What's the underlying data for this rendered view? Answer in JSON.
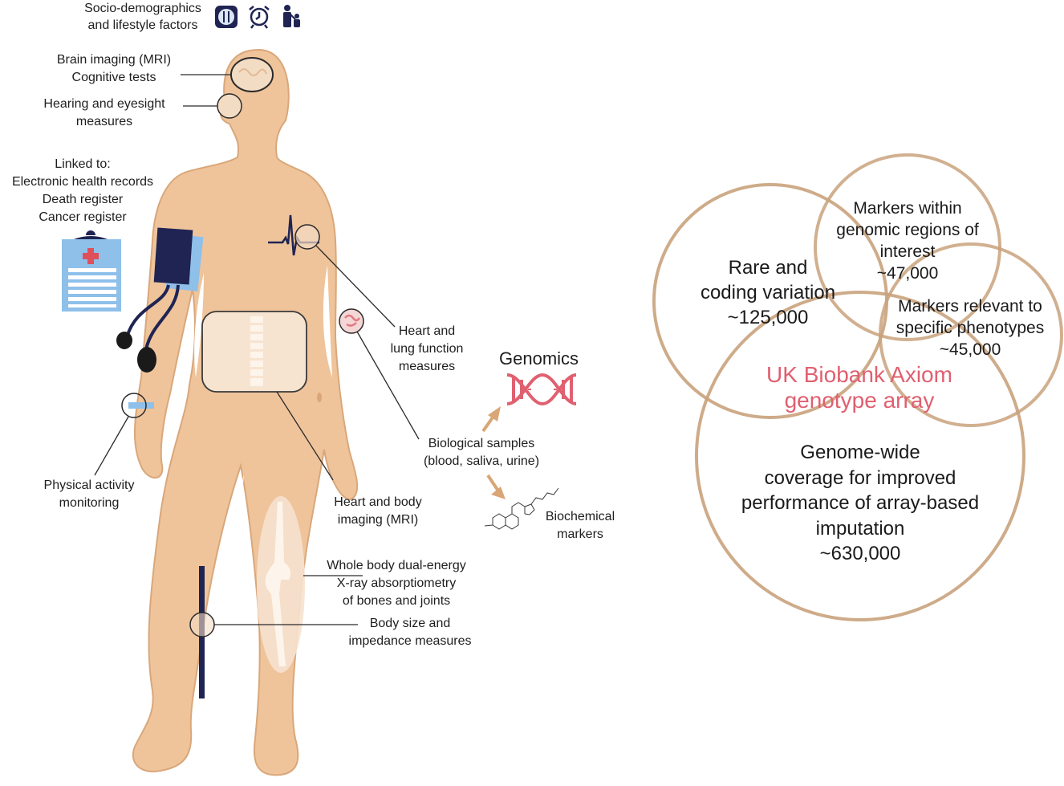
{
  "colors": {
    "skin": "#efc49b",
    "skin_outline": "#d9a77a",
    "ring": "#c9a27c",
    "accent_pink": "#e06070",
    "navy": "#1f2453",
    "light_blue": "#8ec0ea",
    "arrow": "#d9a676"
  },
  "lifestyle": {
    "label_lines": [
      "Socio-demographics",
      "and  lifestyle factors"
    ],
    "icons": [
      "plate-cutlery-icon",
      "alarm-clock-icon",
      "parent-child-icon"
    ]
  },
  "labels": {
    "brain": [
      "Brain imaging (MRI)",
      "Cognitive tests"
    ],
    "hearing": [
      "Hearing and eyesight",
      "measures"
    ],
    "linked": [
      "Linked to:",
      "Electronic health records",
      "Death register",
      "Cancer register"
    ],
    "heart_lung": [
      "Heart and",
      "lung function",
      "measures"
    ],
    "physical": [
      "Physical activity",
      "monitoring"
    ],
    "heart_body": [
      "Heart and body",
      "imaging (MRI)"
    ],
    "dexa": [
      "Whole body dual-energy",
      "X-ray absorptiometry",
      "of bones and joints"
    ],
    "body_size": [
      "Body size and",
      "impedance measures"
    ],
    "bio_samples": [
      "Biological samples",
      "(blood, saliva, urine)"
    ],
    "genomics": "Genomics",
    "biochem": [
      "Biochemical",
      "markers"
    ]
  },
  "venn": {
    "title_lines": [
      "UK Biobank Axiom",
      "genotype array"
    ],
    "sets": [
      {
        "lines": [
          "Rare and",
          "coding variation"
        ],
        "count": "~125,000"
      },
      {
        "lines": [
          "Markers within",
          "genomic regions of",
          "interest"
        ],
        "count": "~47,000"
      },
      {
        "lines": [
          "Markers relevant to",
          "specific phenotypes"
        ],
        "count": "~45,000"
      },
      {
        "lines": [
          "Genome-wide",
          "coverage for improved",
          "performance of array-based",
          "imputation"
        ],
        "count": "~630,000"
      }
    ]
  }
}
